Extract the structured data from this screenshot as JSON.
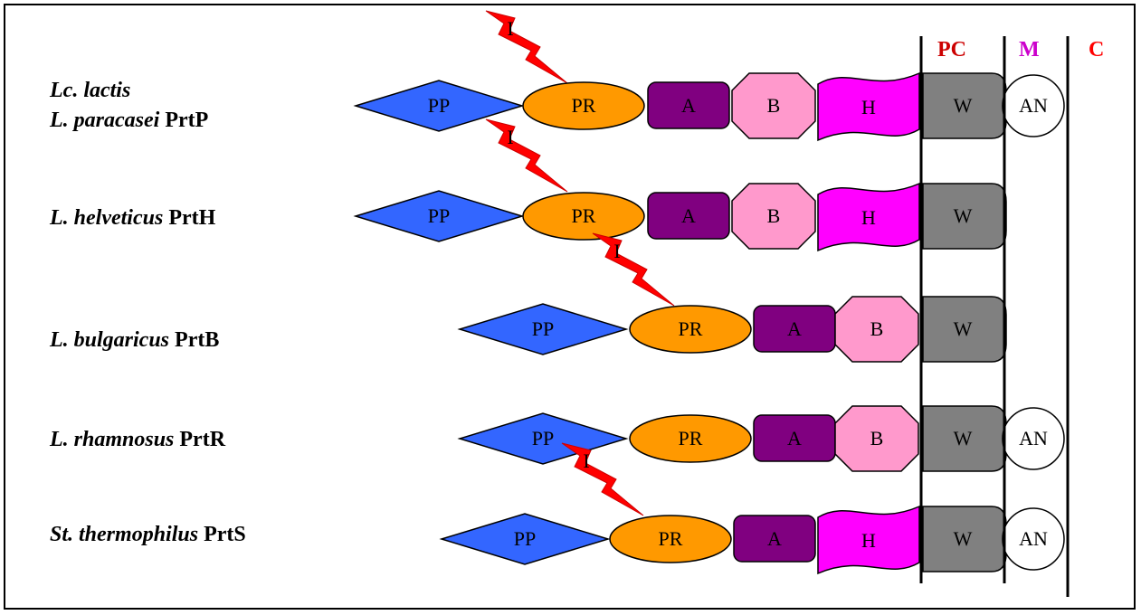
{
  "zones": {
    "pc": {
      "label": "PC",
      "color": "#cc0000"
    },
    "m": {
      "label": "M",
      "color": "#cc00cc"
    },
    "c": {
      "label": "C",
      "color": "#ff0000"
    }
  },
  "rows": [
    {
      "species_line1": "Lc. lactis",
      "species": "L. paracasei",
      "protein": "PrtP"
    },
    {
      "species": "L. helveticus",
      "protein": "PrtH"
    },
    {
      "species": "L. bulgaricus",
      "protein": "PrtB"
    },
    {
      "species": "L. rhamnosus",
      "protein": "PrtR"
    },
    {
      "species": "St. thermophilus",
      "protein": "PrtS"
    }
  ],
  "domains": {
    "pp": {
      "label": "PP",
      "color": "#3366ff"
    },
    "pr": {
      "label": "PR",
      "color": "#ff9900"
    },
    "a": {
      "label": "A",
      "color": "#800080"
    },
    "b": {
      "label": "B",
      "color": "#ff99cc"
    },
    "h": {
      "label": "H",
      "color": "#ff00ff"
    },
    "w": {
      "label": "W",
      "color": "#808080"
    },
    "an": {
      "label": "AN",
      "color": "#ffffff"
    },
    "i": {
      "label": "I",
      "color": "#ff0000"
    }
  }
}
